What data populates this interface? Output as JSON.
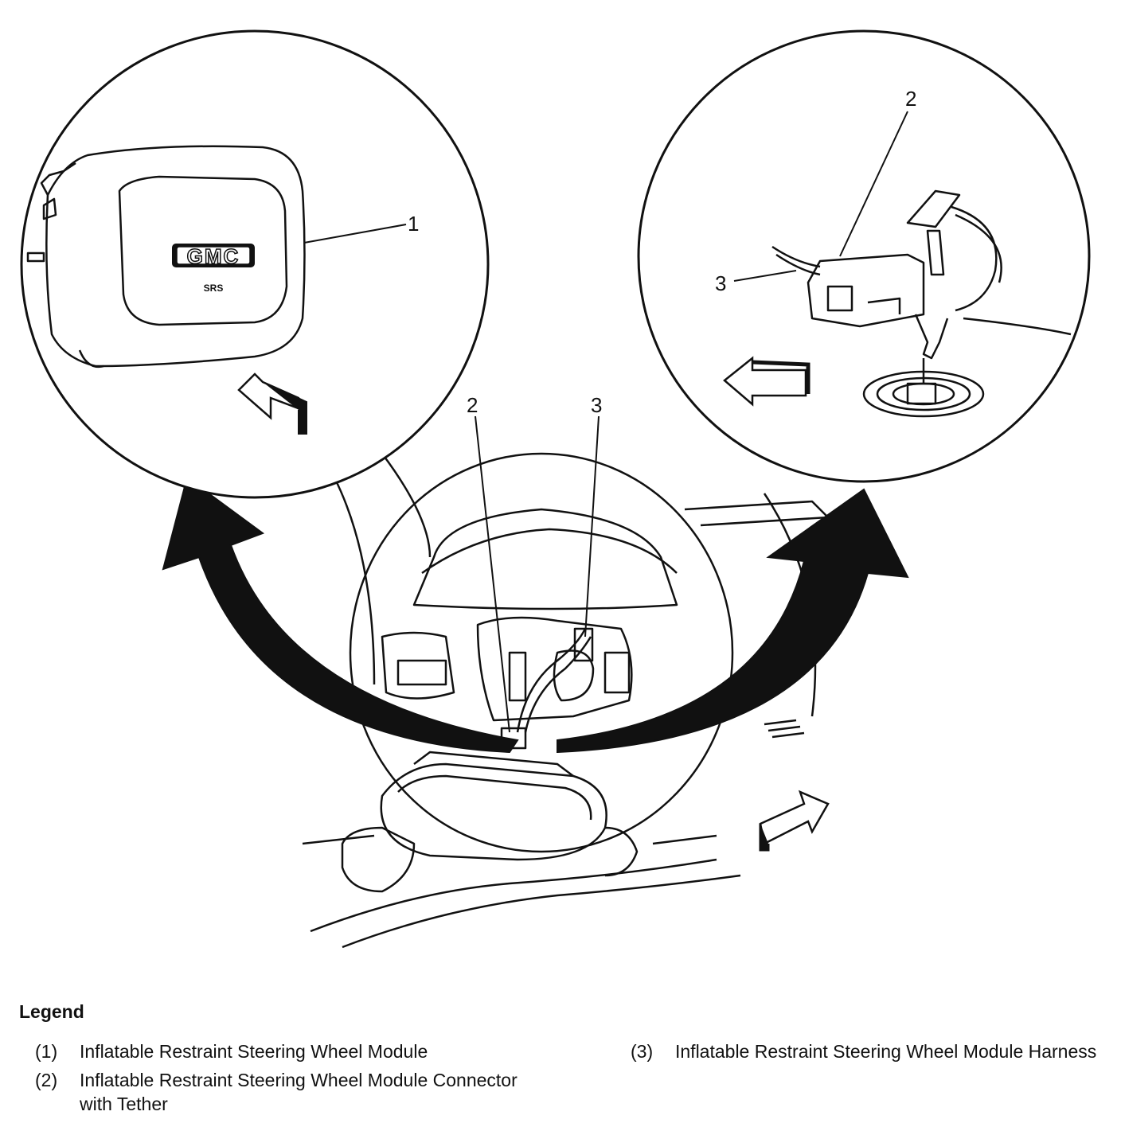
{
  "diagram": {
    "callouts": {
      "inset_left_1": "1",
      "inset_right_2": "2",
      "inset_right_3": "3",
      "main_2": "2",
      "main_3": "3"
    },
    "logo_text": "GMC",
    "logo_subtext": "SRS"
  },
  "legend": {
    "title": "Legend",
    "items": [
      {
        "num": "(1)",
        "text": "Inflatable Restraint Steering Wheel Module"
      },
      {
        "num": "(2)",
        "text": "Inflatable Restraint Steering Wheel Module Connector with Tether"
      },
      {
        "num": "(3)",
        "text": "Inflatable Restraint Steering Wheel Module Harness"
      }
    ]
  }
}
